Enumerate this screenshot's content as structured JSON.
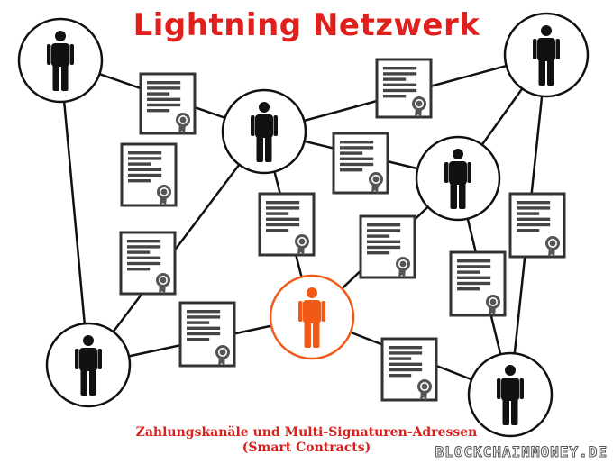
{
  "title": "Lightning Netzwerk",
  "caption": {
    "line1": "Zahlungskanäle und Multi-Signaturen-Adressen",
    "line2": "(Smart Contracts)"
  },
  "brand": "BLOCKCHAINMONEY.DE",
  "colors": {
    "title": "#e0201c",
    "highlight": "#f05a16",
    "person": "#111111",
    "node_border": "#111111",
    "document_border": "#333333",
    "seal": "#555555"
  },
  "icons": {
    "node": "person-icon",
    "channel": "contract-document-icon"
  }
}
